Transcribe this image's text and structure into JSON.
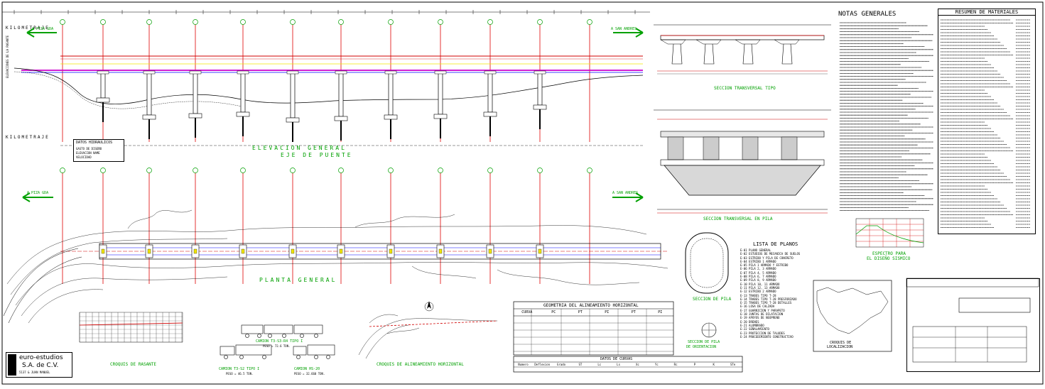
{
  "drawing": {
    "elevation_title": "ELEVACION GENERAL",
    "elevation_subtitle": "EJE DE PUENTE",
    "plan_title": "PLANTA GENERAL",
    "kilometraje_label": "KILOMETRAJE",
    "elevaciones_label": "ELEVACIONES DE LA RASANTE",
    "to_left_top": "A PIZA GDA",
    "to_right_top": "A SAN ANDRES",
    "to_left_mid": "A PIZA GDA",
    "to_right_mid": "A SAN ANDRES",
    "datos_hidraulicos": {
      "title": "DATOS HIDRAULICOS",
      "rows": [
        "GASTO DE DISEÑO",
        "ELEVACION NAME",
        "VELOCIDAD"
      ]
    }
  },
  "sections": {
    "seccion_tipo": "SECCION TRANSVERSAL TIPO",
    "seccion_pila": "SECCION TRANSVERSAL EN PILA",
    "seccion_pila_small": "SECCION DE PILA",
    "seccion_pila_orient": "SECCION DE PILA",
    "seccion_pila_orient2": "DE ORIENTACION",
    "espectro": "ESPECTRO PARA",
    "espectro2": "EL DISEÑO SISMICO",
    "croquis_rasante": "CROQUIS DE RASANTE",
    "croquis_alineamiento": "CROQUIS DE ALINEAMIENTO HORIZONTAL",
    "croquis_localizacion": "CROQUIS DE",
    "croquis_localizacion2": "LOCALIZACION",
    "camion_t3s3": "CAMION T3-S3-R4 TIPO I",
    "camion_t3s3_peso": "PESO = 72.6 TON.",
    "camion_t3s2": "CAMION T3-S2 TIPO I",
    "camion_t3s2_peso": "PESO = 46.5 TON.",
    "camion_hs20": "CAMION HS-20",
    "camion_hs20_peso": "PESO = 32.660 TON."
  },
  "notes": {
    "title": "NOTAS GENERALES",
    "lista_title": "LISTA DE PLANOS",
    "materiales_title": "RESUMEN DE MATERIALES"
  },
  "tables": {
    "geometria_title": "GEOMETRIA DEL ALINEAMIENTO HORIZONTAL",
    "geometria_headers": [
      "CURVA",
      "PC",
      "PT",
      "PI",
      "PT",
      "PI"
    ],
    "curvas_title": "DATOS DE CURVAS",
    "curvas_headers": [
      "Numero",
      "Deflexion",
      "Grado",
      "ST",
      "Lc",
      "Ls",
      "Xc",
      "Yc",
      "Rc",
      "P",
      "K",
      "STe"
    ]
  },
  "planos": [
    "E-01 PLANO GENERAL",
    "E-02 ESTUDIOS DE MECANICA DE SUELOS",
    "E-03 ESTRIBO Y PILA DE CONCRETO",
    "E-04 ESTRIBO 1 ARMADO",
    "E-05 PILA 1 ARMADO Y ESTRIBO",
    "E-06 PILA 2, 3 ARMADO",
    "E-07 PILA 4, 5 ARMADO",
    "E-08 PILA 6, 7 ARMADO",
    "E-09 PILA 8, 9 ARMADO",
    "E-10 PILA 10, 11 ARMADO",
    "E-11 PILA 12, 13 ARMADO",
    "E-12 ESTRIBO 2 ARMADO",
    "E-13 TRABES TIPO T-28",
    "E-14 TRABES TIPO T-28 PRESFORZADO",
    "E-15 TRABES TIPO T-28 DETALLES",
    "E-16 LOSA DE CALZADA",
    "E-17 GUARNICION Y PARAPETO",
    "E-18 JUNTAS DE DILATACION",
    "E-19 APOYOS DE NEOPRENO",
    "E-20 DRENES",
    "E-21 ALUMBRADO",
    "E-22 SEÑALAMIENTO",
    "E-23 PROTECCION DE TALUDES",
    "E-24 PROCEDIMIENTO CONSTRUCTIVO"
  ],
  "company": {
    "name": "euro-estudios",
    "sub": "S.A. de C.V.",
    "code": "5137 & JUAN MANUEL"
  },
  "colors": {
    "pier_red": "#e00000",
    "grade_magenta": "#cc00cc",
    "line_blue": "#0000ff",
    "title_green": "#00a000",
    "ground_black": "#000000",
    "fill_yellow": "#f2e600"
  }
}
